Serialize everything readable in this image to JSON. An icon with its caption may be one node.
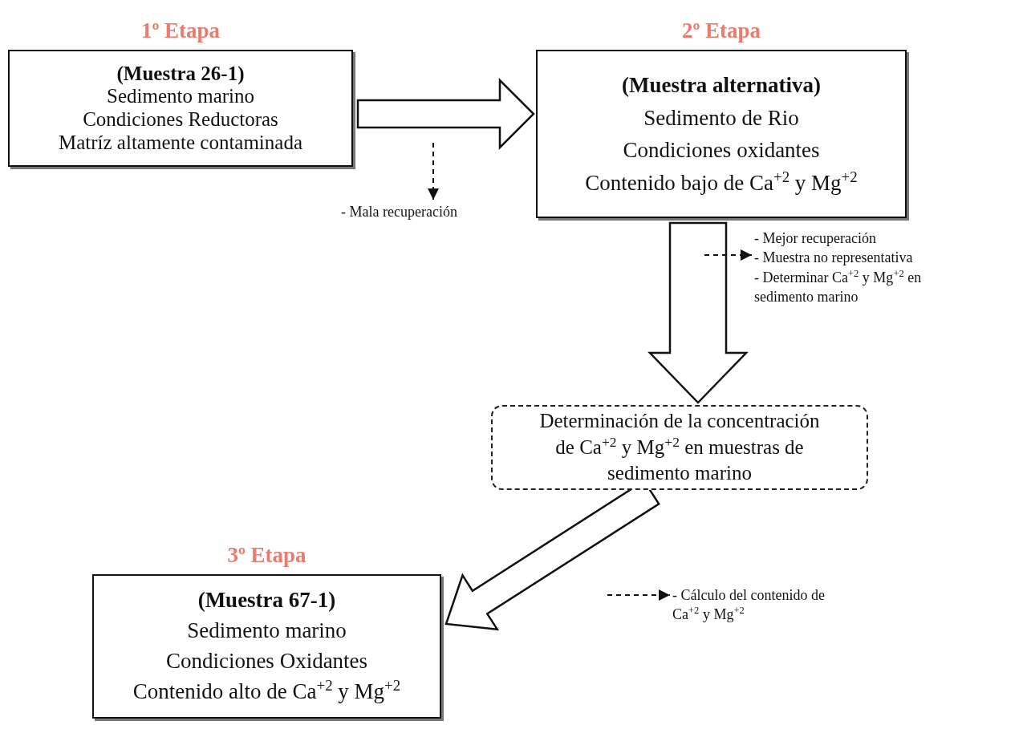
{
  "diagram": {
    "nodes": [
      {
        "text": [
          "1º Etapa",
          "(Muestra 26-1)",
          "Sedimento marino",
          "Condiciones Reductoras",
          "Matríz altamente contaminada"
        ]
      },
      {
        "text": [
          "2º Etapa",
          "(Muestra alternativa)",
          "Sedimento de Rio",
          "Condiciones oxidantes",
          "Contenido bajo de Ca$^{+2}$ y Mg$^{+2}$"
        ]
      },
      {
        "text": [
          "- Mala recuperación"
        ]
      },
      {
        "text": [
          "- Mejor recuperación",
          "- Muestra no representativa",
          "- Determinar Ca$^{+2}$ y Mg$^{+2}$ en sedimento marino"
        ]
      },
      {
        "text": [
          "Determinación de la concentración de Ca$^{+2}$ y Mg$^{+2}$ en muestras de sedimento marino"
        ]
      },
      {
        "text": [
          "- Cálculo del contenido de Ca$^{+2}$ y Mg$^{+2}$"
        ]
      },
      {
        "text": [
          "3º Etapa",
          "(Muestra 67-1)",
          "Sedimento marino",
          "Condiciones Oxidantes",
          "Contenido alto de Ca$^{+2}$ y Mg$^{+2}$"
        ]
      }
    ],
    "edges": [
      {
        "from": 0,
        "to": 1,
        "arrow": "to",
        "style": "thick"
      },
      {
        "from": null,
        "to": 2,
        "arrow": "to",
        "style": "dashed"
      },
      {
        "from": 1,
        "to": 4,
        "arrow": "to",
        "style": "thick"
      },
      {
        "from": null,
        "to": 3,
        "arrow": "to",
        "style": "dashed"
      },
      {
        "from": 4,
        "to": 6,
        "arrow": "to",
        "style": "thick"
      },
      {
        "from": null,
        "to": 5,
        "arrow": "to",
        "style": "dashed"
      }
    ]
  }
}
